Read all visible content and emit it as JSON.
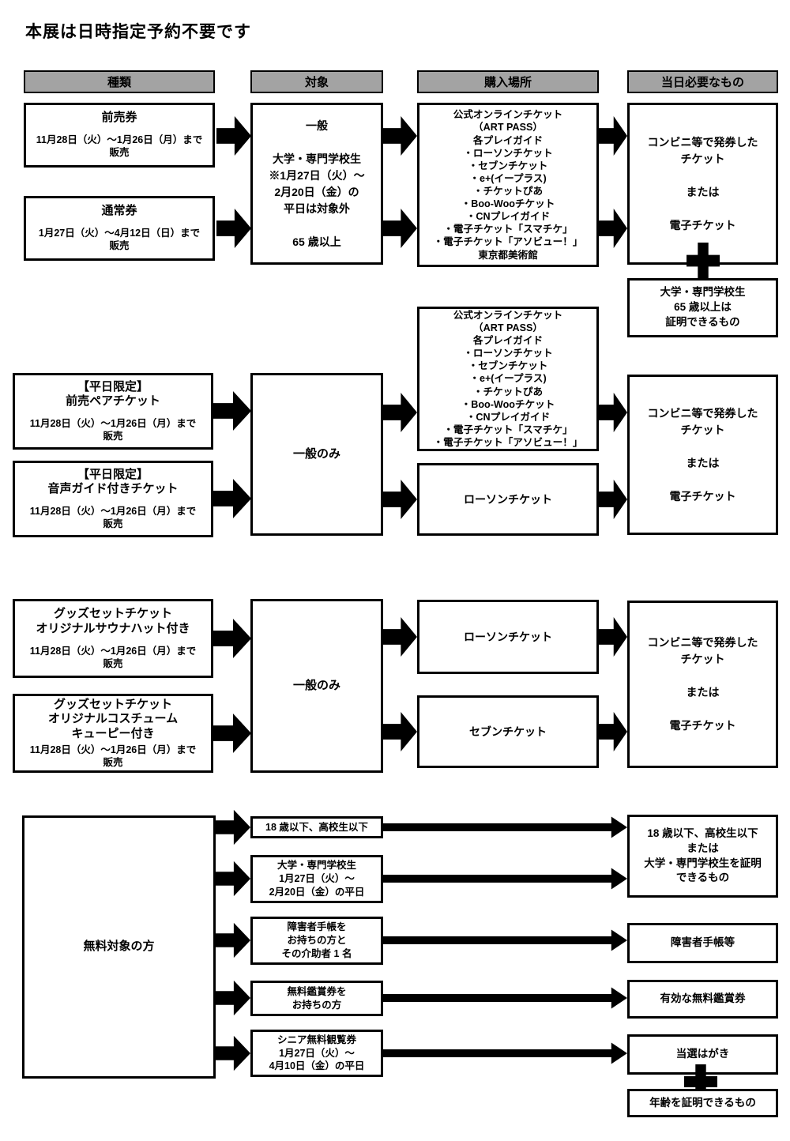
{
  "title": "本展は日時指定予約不要です",
  "colors": {
    "header_bg": "#a3a3a3",
    "line": "#000000"
  },
  "headers": {
    "kind": "種類",
    "target": "対象",
    "place": "購入場所",
    "needed": "当日必要なもの"
  },
  "section1": {
    "tickets": [
      {
        "title": "前売券",
        "body": "11月28日（火）～1月26日（月）まで\n販売"
      },
      {
        "title": "通常券",
        "body": "1月27日（火）～4月12日（日）まで\n販売"
      }
    ],
    "target": "一般\n\n大学・専門学校生\n※1月27日（火）～\n2月20日（金）の\n平日は対象外\n\n65 歳以上",
    "place": "公式オンラインチケット\n（ART PASS）\n各プレイガイド\n・ローソンチケット\n・セブンチケット\n・e+(イープラス)\n・チケットぴあ\n・Boo-Wooチケット\n・CNプレイガイド\n・電子チケット「スマチケ」\n・電子チケット「アソビュー！」\n東京都美術館",
    "needed": "コンビニ等で発券した\nチケット\n\nまたは\n\n電子チケット",
    "needed_extra": "大学・専門学校生\n65 歳以上は\n証明できるもの"
  },
  "section2": {
    "tickets": [
      {
        "title": "【平日限定】\n前売ペアチケット",
        "body": "11月28日（火）～1月26日（月）まで\n販売"
      },
      {
        "title": "【平日限定】\n音声ガイド付きチケット",
        "body": "11月28日（火）～1月26日（月）まで\n販売"
      }
    ],
    "target": "一般のみ",
    "place_main": "公式オンラインチケット\n（ART PASS）\n各プレイガイド\n・ローソンチケット\n・セブンチケット\n・e+(イープラス)\n・チケットぴあ\n・Boo-Wooチケット\n・CNプレイガイド\n・電子チケット「スマチケ」\n・電子チケット「アソビュー！」",
    "place_sub": "ローソンチケット",
    "needed": "コンビニ等で発券した\nチケット\n\nまたは\n\n電子チケット"
  },
  "section3": {
    "tickets": [
      {
        "title": "グッズセットチケット\nオリジナルサウナハット付き",
        "body": "11月28日（火）～1月26日（月）まで\n販売"
      },
      {
        "title": "グッズセットチケット\nオリジナルコスチューム\nキューピー付き",
        "body": "11月28日（火）～1月26日（月）まで\n販売"
      }
    ],
    "target": "一般のみ",
    "place_main": "ローソンチケット",
    "place_sub": "セブンチケット",
    "needed": "コンビニ等で発券した\nチケット\n\nまたは\n\n電子チケット"
  },
  "section4": {
    "category": "無料対象の方",
    "rows": [
      "18 歳以下、高校生以下",
      "大学・専門学校生\n1月27日（火）～\n2月20日（金）の平日",
      "障害者手帳を\nお持ちの方と\nその介助者 1 名",
      "無料鑑賞券を\nお持ちの方",
      "シニア無料観覧券\n1月27日（火）～\n4月10日（金）の平日"
    ],
    "needed": [
      "18 歳以下、高校生以下\nまたは\n大学・専門学校生を証明\nできるもの",
      "障害者手帳等",
      "有効な無料鑑賞券",
      "当選はがき"
    ],
    "needed_extra": "年齢を証明できるもの"
  }
}
